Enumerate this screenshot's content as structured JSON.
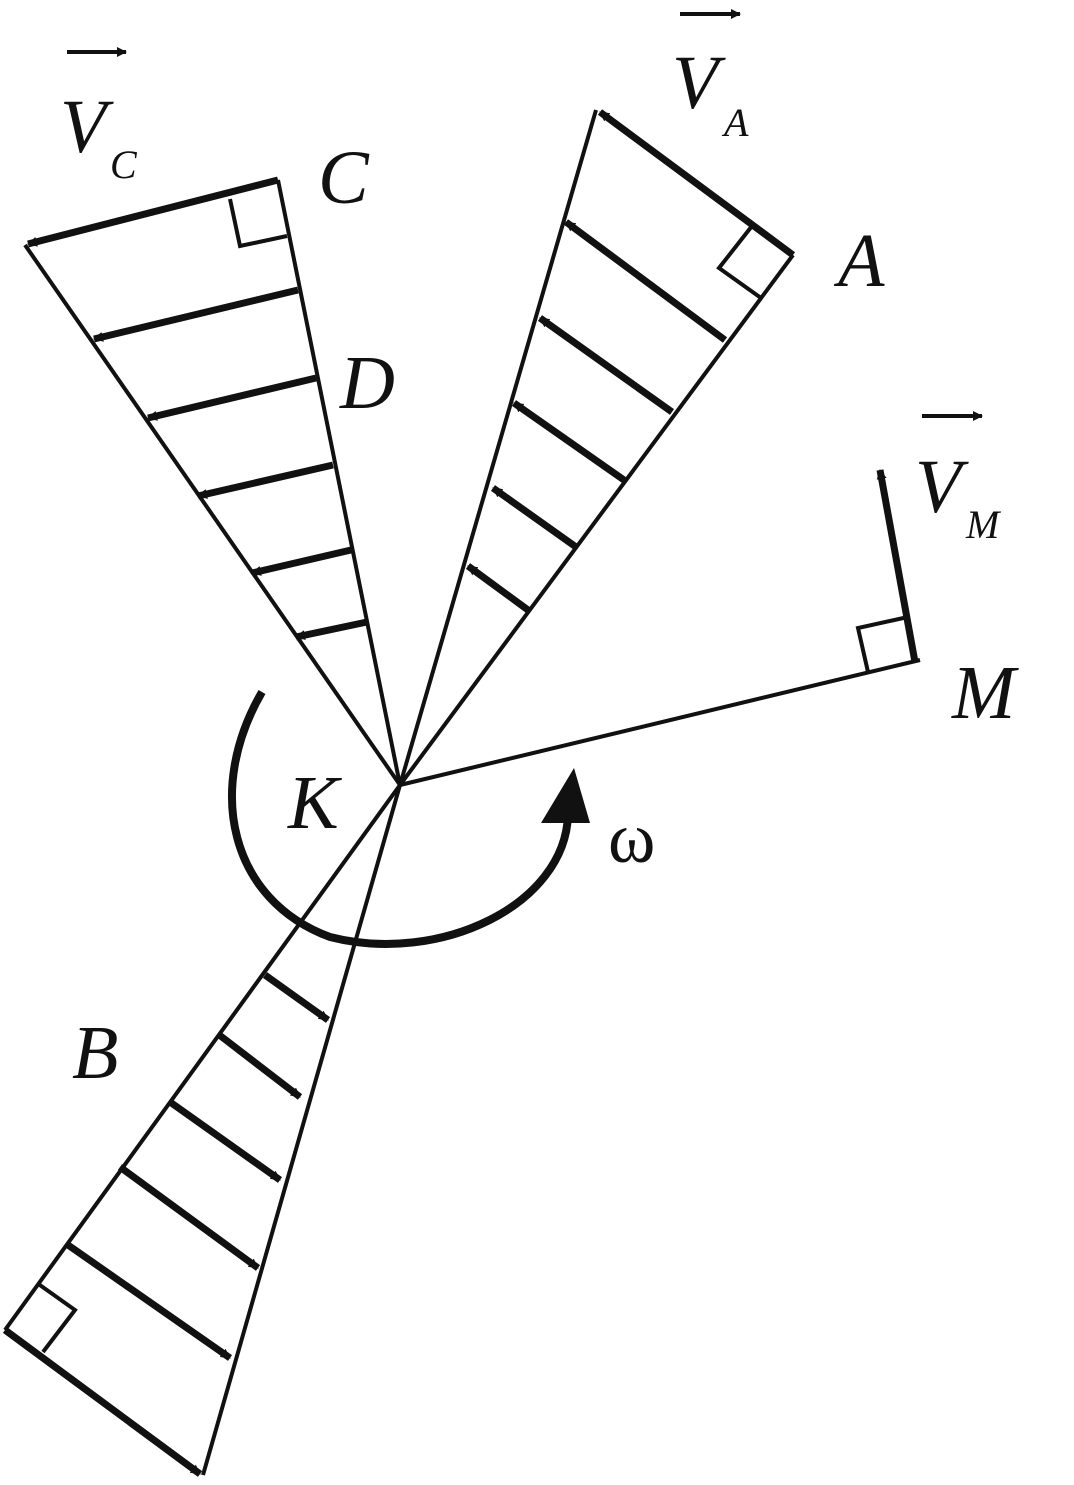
{
  "colors": {
    "ink": "#111111",
    "background": "#ffffff"
  },
  "labels": {
    "point_c": "C",
    "point_a": "A",
    "point_d": "D",
    "point_m": "M",
    "point_k": "K",
    "point_b": "B",
    "omega": "ω",
    "vel_c": "V",
    "vel_c_sub": "C",
    "vel_a": "V",
    "vel_a_sub": "A",
    "vel_m": "V",
    "vel_m_sub": "M"
  }
}
